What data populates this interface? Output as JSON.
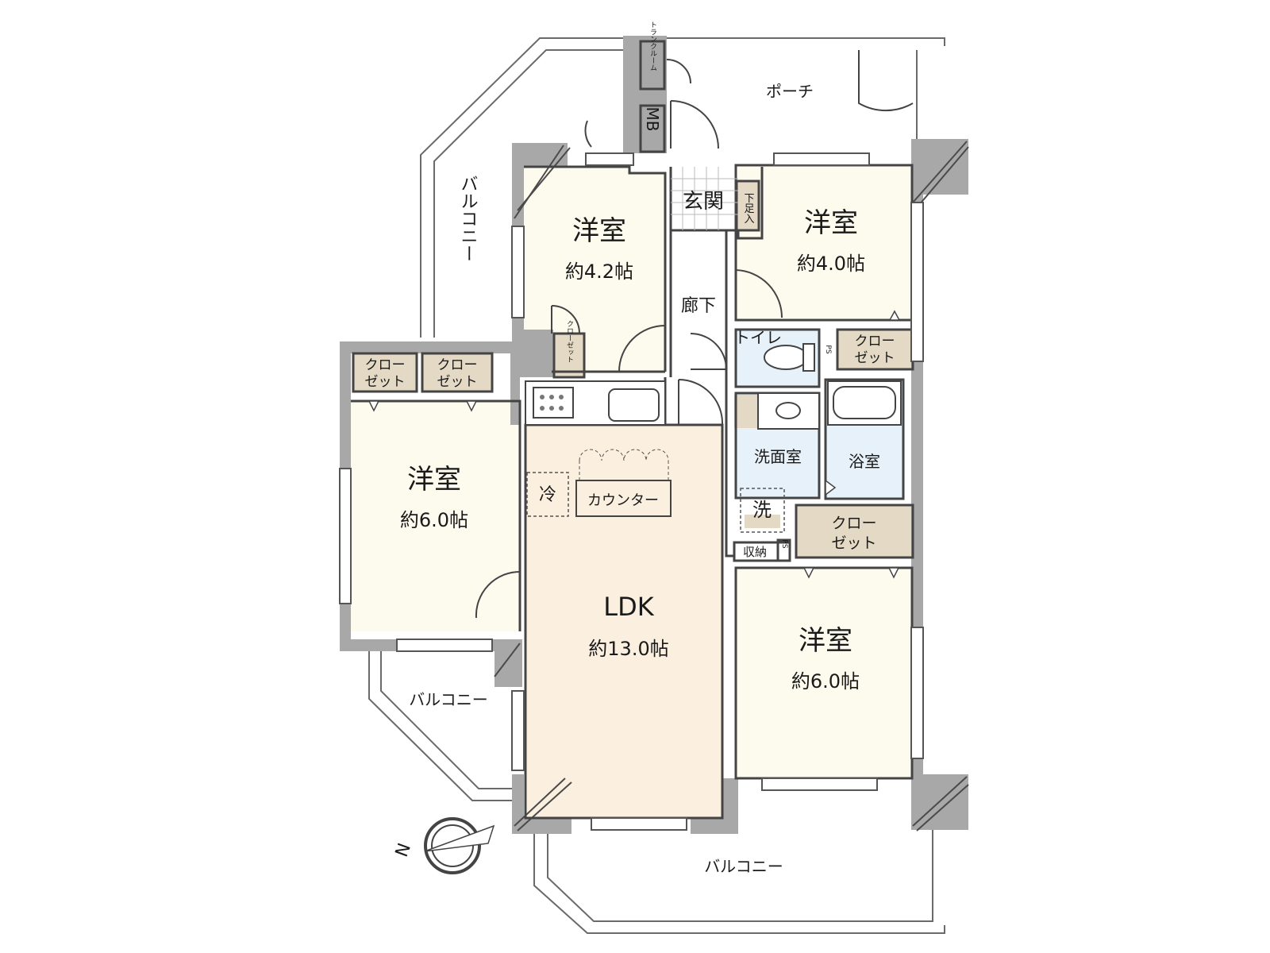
{
  "rooms": {
    "western_nw": {
      "name": "洋室",
      "size": "約4.2帖"
    },
    "western_ne": {
      "name": "洋室",
      "size": "約4.0帖"
    },
    "western_w": {
      "name": "洋室",
      "size": "約6.0帖"
    },
    "western_se": {
      "name": "洋室",
      "size": "約6.0帖"
    },
    "ldk": {
      "name": "LDK",
      "size": "約13.0帖"
    }
  },
  "labels": {
    "genkan": "玄関",
    "shoe_box": "下足入",
    "hallway": "廊下",
    "toilet": "トイレ",
    "washroom": "洗面室",
    "bathroom": "浴室",
    "washer": "洗",
    "fridge": "冷",
    "counter": "カウンター",
    "storage": "収納",
    "ps": "PS",
    "mb": "MB",
    "trunk_room": "トランクルーム",
    "porch": "ポーチ",
    "closet": "クローゼット",
    "closet_line1": "クロー",
    "closet_line2": "ゼット",
    "balcony": "バルコニー",
    "compass": "N"
  },
  "colors": {
    "room_fill": "#fdfbee",
    "ldk_fill": "#fbefdf",
    "wet_fill": "#e6f1fa",
    "closet_fill": "#e3d9c4",
    "wall": "#a8a8a8",
    "wall_dark": "#4a4a4a"
  }
}
